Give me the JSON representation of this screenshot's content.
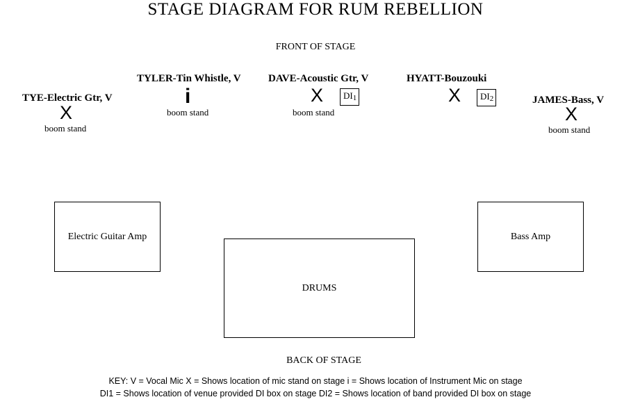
{
  "title": "STAGE DIAGRAM FOR RUM REBELLION",
  "front_label": "FRONT OF STAGE",
  "back_label": "BACK OF STAGE",
  "players": {
    "tye": {
      "name": "TYE-Electric Gtr, V",
      "marker": "X",
      "stand": "boom stand"
    },
    "tyler": {
      "name": "TYLER-Tin Whistle, V",
      "marker": "i",
      "stand": "boom stand"
    },
    "dave": {
      "name": "DAVE-Acoustic Gtr, V",
      "marker": "X",
      "stand": "boom stand",
      "di": "DI",
      "di_num": "1"
    },
    "hyatt": {
      "name": "HYATT-Bouzouki",
      "marker": "X",
      "di": "DI",
      "di_num": "2"
    },
    "james": {
      "name": "JAMES-Bass, V",
      "marker": "X",
      "stand": "boom stand"
    }
  },
  "boxes": {
    "guitar_amp": "Electric Guitar Amp",
    "bass_amp": "Bass Amp",
    "drums": "DRUMS"
  },
  "key": {
    "line1": "KEY:   V = Vocal Mic   X = Shows location of mic stand on stage   i = Shows location of Instrument Mic on stage",
    "line2": "DI1 = Shows location of venue provided DI box on stage   DI2 = Shows location of band provided DI box on stage"
  }
}
